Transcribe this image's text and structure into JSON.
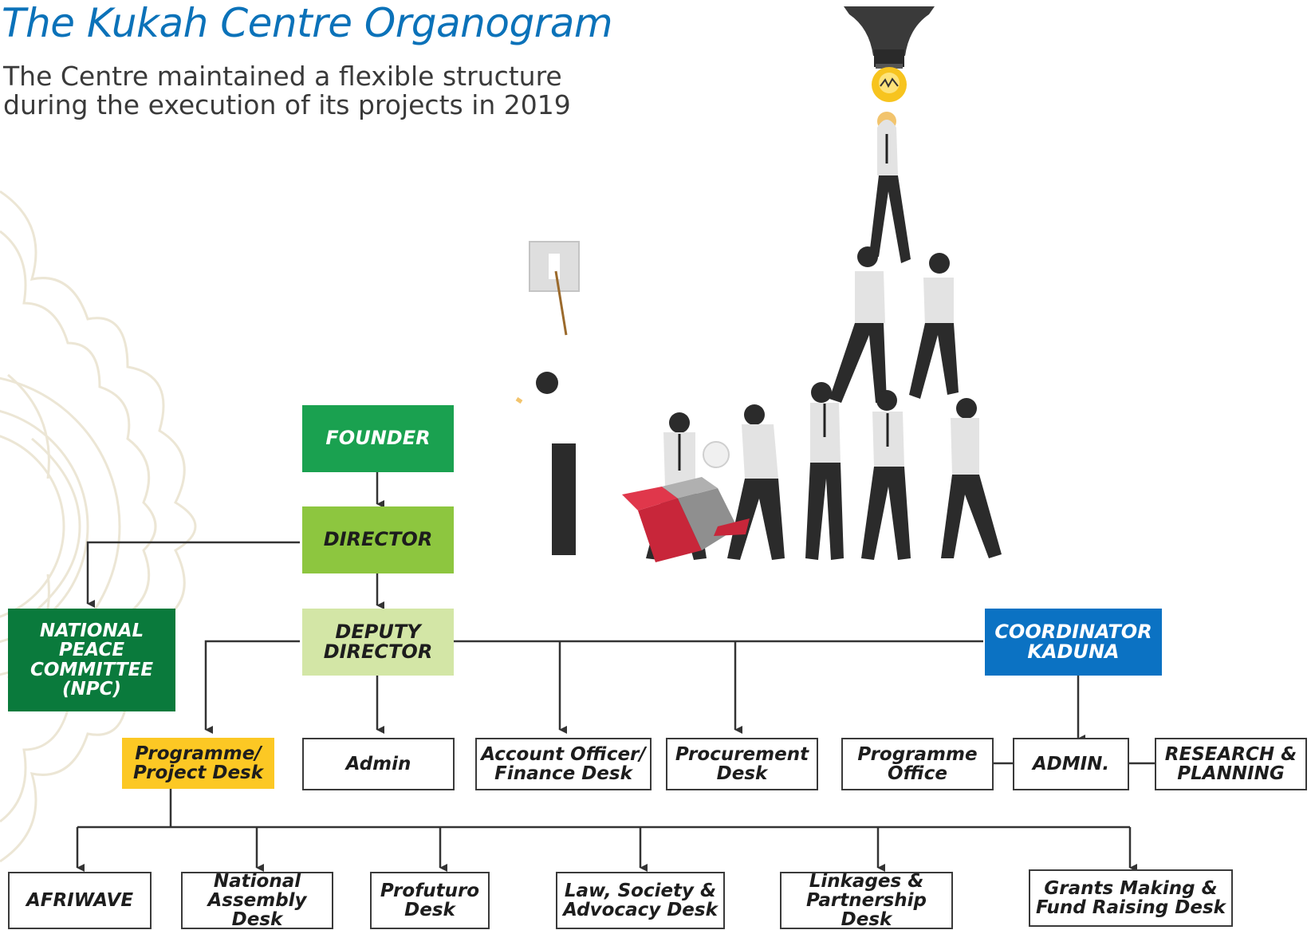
{
  "header": {
    "title": "The Kukah Centre Organogram",
    "subtitle": "The Centre maintained a flexible structure during the execution of its projects in 2019"
  },
  "colors": {
    "title": "#0b72b9",
    "founder": "#1aa150",
    "director": "#8dc63f",
    "deputy_director": "#d3e6a6",
    "npc": "#0a7a3c",
    "coordinator": "#0b72c3",
    "programme_desk": "#fcc824",
    "connector": "#333333"
  },
  "illustration": {
    "icons": [
      "ceiling-lamp-icon",
      "light-bulb-icon",
      "light-switch-icon",
      "business-people-pyramid-icon",
      "cardboard-box-icon"
    ]
  },
  "org": {
    "founder": "FOUNDER",
    "director": "DIRECTOR",
    "deputy_director": "DEPUTY DIRECTOR",
    "npc": "NATIONAL PEACE COMMITTEE (NPC)",
    "coordinator": "COORDINATOR KADUNA",
    "programme_desk": "Programme/ Project Desk",
    "admin": "Admin",
    "account_officer": "Account Officer/ Finance Desk",
    "procurement": "Procurement Desk",
    "programme_office": "Programme Office",
    "kaduna_admin": "ADMIN.",
    "research_planning": "RESEARCH & PLANNING",
    "desks": {
      "afriwave": "AFRIWAVE",
      "national_assembly": "National Assembly Desk",
      "profuturo": "Profuturo Desk",
      "law_society": "Law, Society & Advocacy Desk",
      "linkages": "Linkages & Partnership Desk",
      "grants": "Grants Making & Fund Raising Desk"
    }
  }
}
